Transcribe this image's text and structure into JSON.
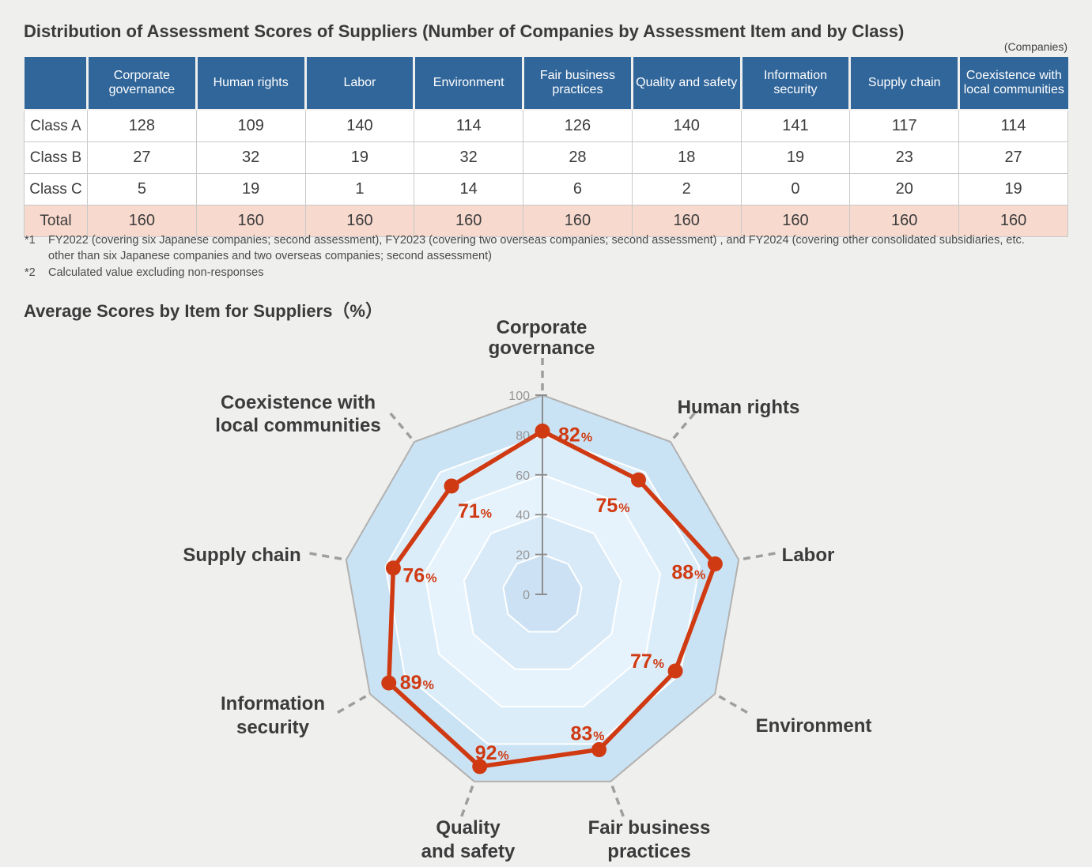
{
  "header": {
    "units_note": "(Companies)"
  },
  "chart_data": [
    {
      "type": "table",
      "title": "Distribution of Assessment Scores of Suppliers (Number of Companies by Assessment Item and by Class)",
      "unit": "Companies",
      "row_header": "",
      "columns": [
        "Corporate governance",
        "Human rights",
        "Labor",
        "Environment",
        "Fair business practices",
        "Quality and safety",
        "Information security",
        "Supply chain",
        "Coexistence with local communities"
      ],
      "rows": [
        {
          "label": "Class A",
          "values": [
            128,
            109,
            140,
            114,
            126,
            140,
            141,
            117,
            114
          ]
        },
        {
          "label": "Class B",
          "values": [
            27,
            32,
            19,
            32,
            28,
            18,
            19,
            23,
            27
          ]
        },
        {
          "label": "Class C",
          "values": [
            5,
            19,
            1,
            14,
            6,
            2,
            0,
            20,
            19
          ]
        },
        {
          "label": "Total",
          "values": [
            160,
            160,
            160,
            160,
            160,
            160,
            160,
            160,
            160
          ],
          "is_total": true
        }
      ]
    },
    {
      "type": "radar",
      "title": "Average Scores by Item for Suppliers（%）",
      "categories": [
        "Corporate governance",
        "Human rights",
        "Labor",
        "Environment",
        "Fair business practices",
        "Quality and safety",
        "Information security",
        "Supply chain",
        "Coexistence with local communities"
      ],
      "category_label_lines": [
        [
          "Corporate",
          "governance"
        ],
        [
          "Human rights"
        ],
        [
          "Labor"
        ],
        [
          "Environment"
        ],
        [
          "Fair business",
          "practices"
        ],
        [
          "Quality",
          "and safety"
        ],
        [
          "Information",
          "security"
        ],
        [
          "Supply chain"
        ],
        [
          "Coexistence with",
          "local communities"
        ]
      ],
      "values": [
        82,
        75,
        88,
        77,
        83,
        92,
        89,
        76,
        71
      ],
      "value_labels": [
        "82%",
        "75%",
        "88%",
        "77%",
        "83%",
        "92%",
        "89%",
        "76%",
        "71%"
      ],
      "unit": "%",
      "axis_max": 100,
      "axis_ticks": [
        0,
        20,
        40,
        60,
        80,
        100
      ],
      "legend": "none",
      "grid": "concentric nonagon bands",
      "colors": {
        "series": "#cf3a12",
        "grid_bands": [
          "#cae3f4",
          "#dcedfa",
          "#e7f3fc",
          "#d8eaf8",
          "#cce2f4"
        ],
        "grid_line": "#ffffff",
        "outer_border": "#b2b1b0",
        "axis": "#8d8d8d",
        "tick_text": "#979797",
        "connector": "#9e9e9e",
        "category_text": "#3b3b3b"
      }
    }
  ],
  "footnotes": [
    {
      "marker": "*1",
      "lines": [
        "FY2022 (covering six Japanese companies; second assessment),  FY2023 (covering two overseas companies; second assessment) , and FY2024 (covering other consolidated subsidiaries, etc.",
        "other than six Japanese companies and two overseas companies; second assessment)"
      ]
    },
    {
      "marker": "*2",
      "lines": [
        "Calculated value excluding non-responses"
      ]
    }
  ]
}
